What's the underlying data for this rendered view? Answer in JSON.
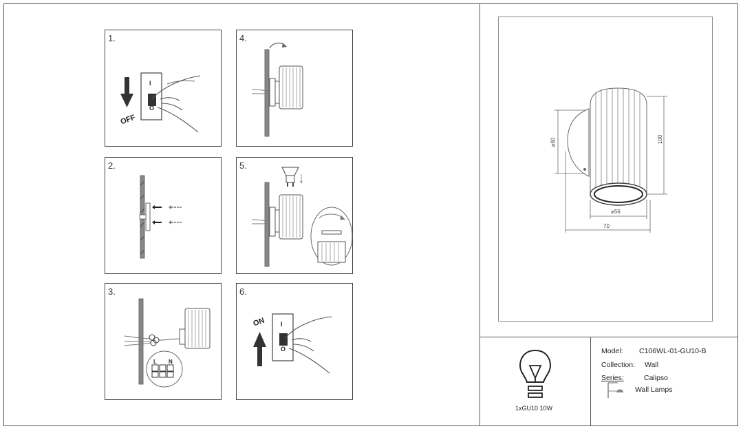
{
  "steps": [
    {
      "num": "1.",
      "label": "OFF"
    },
    {
      "num": "2."
    },
    {
      "num": "3.",
      "wires": [
        "L",
        "N"
      ]
    },
    {
      "num": "4."
    },
    {
      "num": "5."
    },
    {
      "num": "6.",
      "label": "ON"
    }
  ],
  "switch_marks": {
    "on": "I",
    "off": "O"
  },
  "dimensions": {
    "height": "100",
    "diameter_body": "⌀60",
    "diameter_bottom": "⌀56",
    "depth": "70"
  },
  "bulb_caption": "1xGU10 10W",
  "specs": {
    "model_label": "Model:",
    "model_value": "C106WL-01-GU10-B",
    "collection_label": "Collection:",
    "collection_value": "Wall",
    "series_label": "Series:",
    "series_value": "Calipso",
    "category_value": "Wall Lamps"
  },
  "icons": [
    "down-arrow-icon",
    "up-arrow-icon",
    "light-bulb-icon",
    "wall-lamp-icon",
    "rotate-arrow-icon"
  ]
}
